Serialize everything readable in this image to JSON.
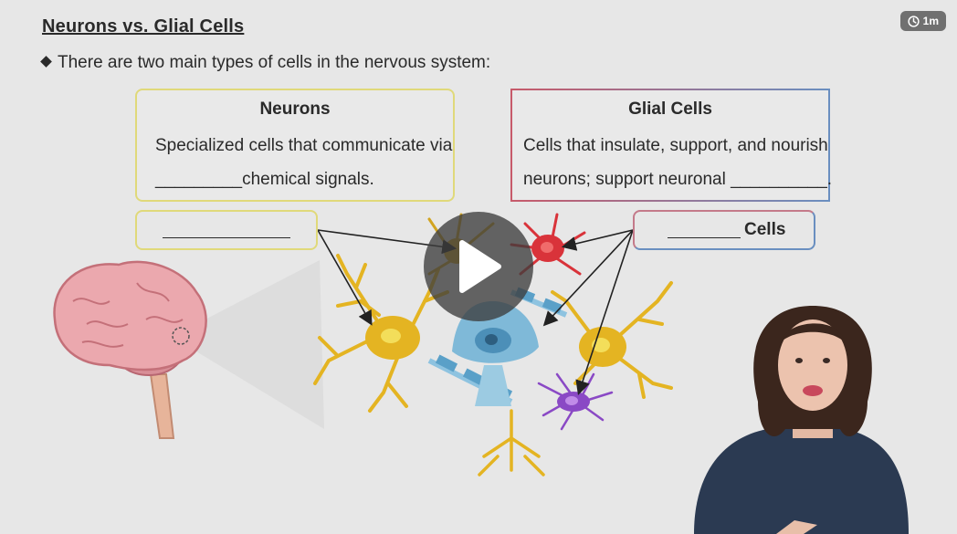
{
  "slide": {
    "title": "Neurons vs. Glial Cells",
    "bullet": "There are two main types of cells in the nervous system:"
  },
  "neurons_box": {
    "heading": "Neurons",
    "line1": "Specialized cells that communicate via",
    "line2": "_________chemical signals."
  },
  "glial_box": {
    "heading": "Glial Cells",
    "line1": "Cells that insulate, support, and nourish",
    "line2": "neurons; support neuronal __________."
  },
  "label_left": {
    "text": ""
  },
  "label_right": {
    "suffix": "Cells"
  },
  "video": {
    "duration_badge": "1m",
    "icons": {
      "timer": "clock-icon",
      "play": "play-icon"
    }
  },
  "colors": {
    "neuron_yellow": "#e4b422",
    "glial_red": "#d9333a",
    "glial_purple": "#8a49c5",
    "glial_blue": "#5aa0c8",
    "brain_pink": "#e8a1a8"
  }
}
